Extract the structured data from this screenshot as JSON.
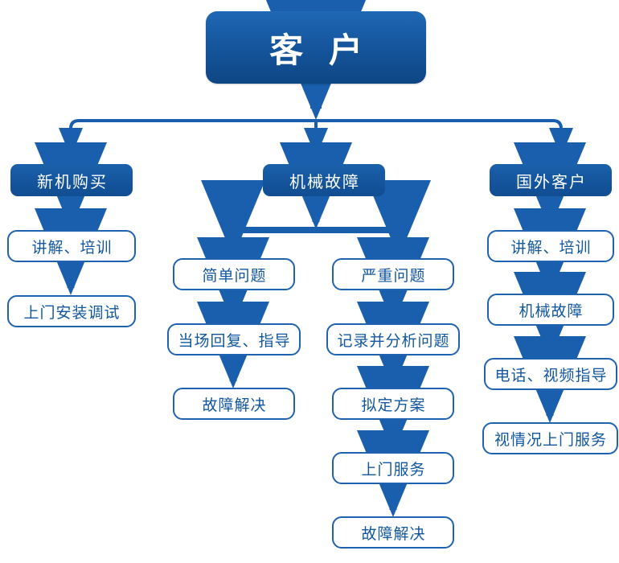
{
  "diagram": {
    "title_node": {
      "label": "客 户",
      "kind": "root"
    },
    "colors": {
      "brand_blue": "#14539A",
      "connector_blue": "#1A5FAD",
      "outline_border": "#1F62B0",
      "outline_text": "#1257A0",
      "background": "#FFFFFF"
    },
    "branches": [
      {
        "id": "branch-new-machine",
        "header": {
          "label": "新机购买",
          "kind": "filled"
        },
        "steps": [
          {
            "label": "讲解、培训",
            "kind": "outline"
          },
          {
            "label": "上门安装调试",
            "kind": "outline"
          }
        ]
      },
      {
        "id": "branch-mechanical-fault",
        "header": {
          "label": "机械故障",
          "kind": "filled"
        },
        "sub_branches": [
          {
            "id": "sub-simple",
            "steps": [
              {
                "label": "简单问题",
                "kind": "outline"
              },
              {
                "label": "当场回复、指导",
                "kind": "outline"
              },
              {
                "label": "故障解决",
                "kind": "outline"
              }
            ]
          },
          {
            "id": "sub-serious",
            "steps": [
              {
                "label": "严重问题",
                "kind": "outline"
              },
              {
                "label": "记录并分析问题",
                "kind": "outline"
              },
              {
                "label": "拟定方案",
                "kind": "outline"
              },
              {
                "label": "上门服务",
                "kind": "outline"
              },
              {
                "label": "故障解决",
                "kind": "outline"
              }
            ]
          }
        ]
      },
      {
        "id": "branch-foreign-customer",
        "header": {
          "label": "国外客户",
          "kind": "filled"
        },
        "steps": [
          {
            "label": "讲解、培训",
            "kind": "outline"
          },
          {
            "label": "机械故障",
            "kind": "outline"
          },
          {
            "label": "电话、视频指导",
            "kind": "outline"
          },
          {
            "label": "视情况上门服务",
            "kind": "outline"
          }
        ]
      }
    ]
  }
}
